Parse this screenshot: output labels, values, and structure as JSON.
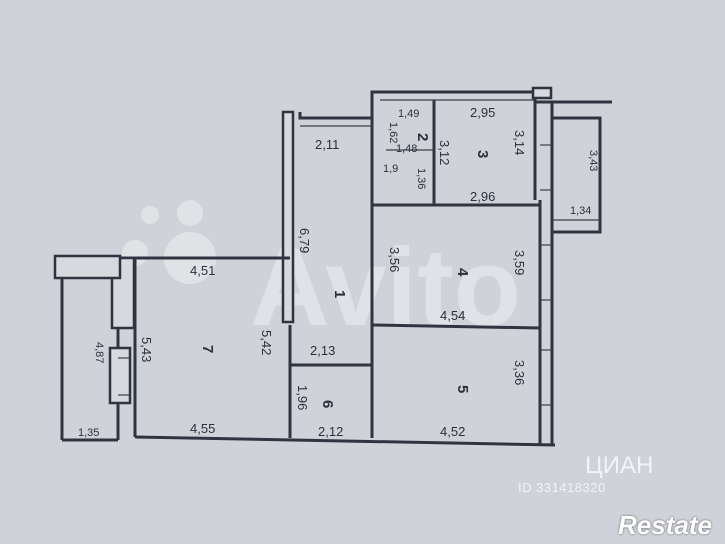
{
  "rooms": {
    "r1": "1",
    "r2": "2",
    "r3": "3",
    "r4": "4",
    "r5": "5",
    "r6": "6",
    "r7": "7"
  },
  "dimensions": {
    "d_2_11": "2,11",
    "d_6_79": "6,79",
    "d_1_49": "1,49",
    "d_1_62": "1,62",
    "d_1_48": "1,48",
    "d_1_9": "1,9",
    "d_1_36": "1,36",
    "d_2_95": "2,95",
    "d_3_12": "3,12",
    "d_3_14": "3,14",
    "d_2_96": "2,96",
    "d_3_43": "3,43",
    "d_1_34": "1,34",
    "d_4_51": "4,51",
    "d_3_56": "3,56",
    "d_3_59": "3,59",
    "d_4_54": "4,54",
    "d_5_43": "5,43",
    "d_5_42": "5,42",
    "d_4_87": "4,87",
    "d_2_13": "2,13",
    "d_1_96": "1,96",
    "d_3_36": "3,36",
    "d_1_35": "1,35",
    "d_4_55": "4,55",
    "d_2_12": "2,12",
    "d_4_52": "4,52"
  },
  "watermarks": {
    "avito": "Avito",
    "cian": "ЦИАН",
    "cian_id": "ID 331418320",
    "restate": "Restate"
  }
}
